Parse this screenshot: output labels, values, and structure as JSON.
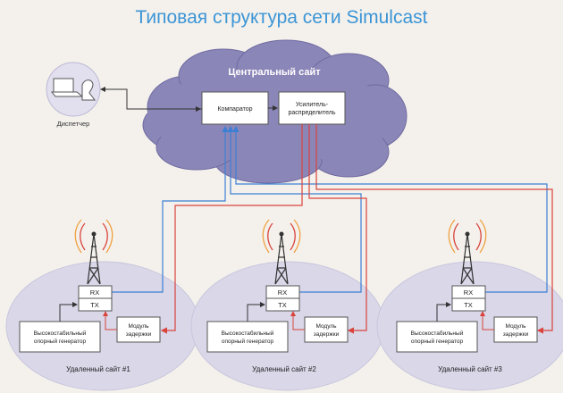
{
  "title": "Типовая структура сети Simulcast",
  "central_site": "Центральный сайт",
  "comparator": "Компаратор",
  "amplifier_line1": "Усилитель-",
  "amplifier_line2": "распределитель",
  "dispatcher": "Диспетчер",
  "rx": "RX",
  "tx": "TX",
  "generator_line1": "Высокостабильный",
  "generator_line2": "опорный генератор",
  "delay_line1": "Модуль",
  "delay_line2": "задержки",
  "site1": "Удаленный сайт #1",
  "site2": "Удаленный сайт #2",
  "site3": "Удаленный сайт #3",
  "colors": {
    "title": "#3c95d6",
    "cloud": "#8b86b8",
    "site": "#d9d7e8",
    "blue_link": "#3c7fd4",
    "red_link": "#d9443c"
  }
}
